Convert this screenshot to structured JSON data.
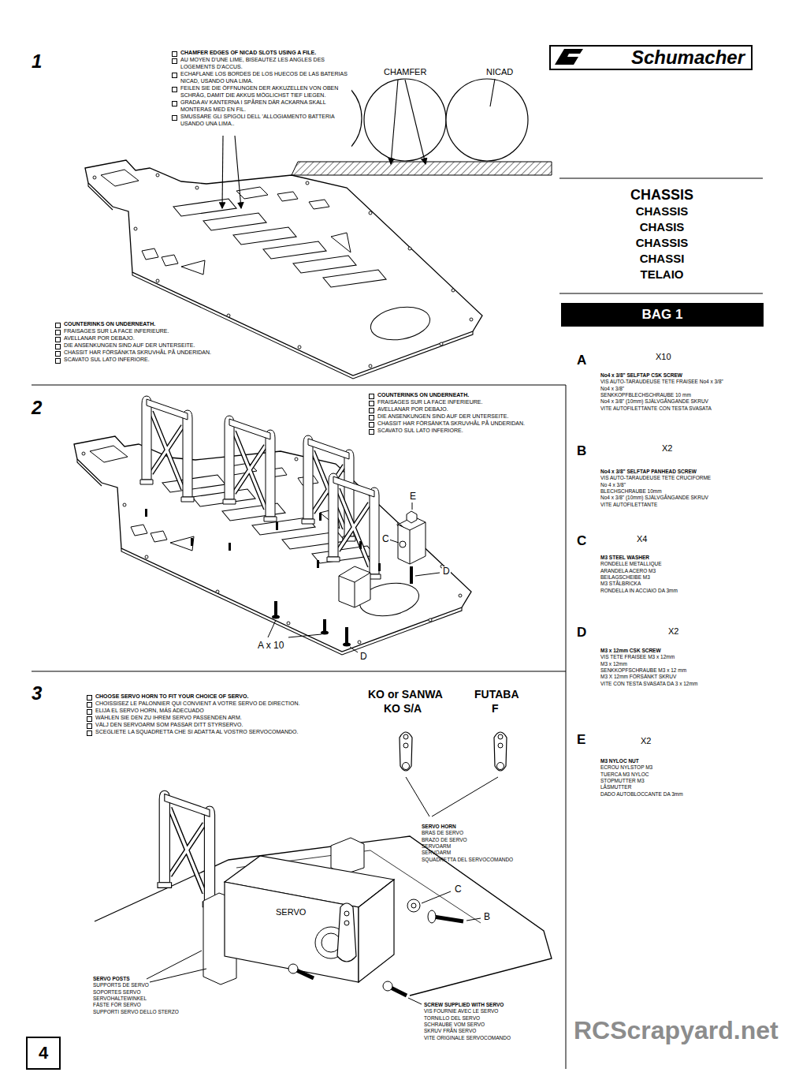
{
  "diagram": {
    "title": "CHASSIS",
    "nodes": [
      {
        "text": [
          "Schumacher"
        ]
      },
      {
        "text": [
          "BAG 1"
        ]
      },
      {
        "text": [
          "4"
        ]
      }
    ],
    "labels": [
      "1",
      "CHAMFER EDGES OF NICAD SLOTS USING A FILE.",
      "AU MOYEN D'UNE LIME, BISEAUTEZ LES ANGLES DES LOGEMENTS D'ACCUS.",
      "ECHAFLANE LOS BORDES DE LOS HUECOS DE LAS BATERIAS NICAD, USANDO UNA LIMA.",
      "FEILEN SIE DIE ÖFFNUNGEN DER AKKUZELLEN VON OBEN SCHRÄG, DAMIT DIE AKKUS MÖGLICHST TIEF LIEGEN.",
      "GRADA AV KANTERNA I SPÅREN DÄR ACKARNA SKALL MONTERAS MED EN FIL.",
      "SMUSSARE GLI SPIGOLI DELL 'ALLOGIAMENTO BATTERIA USANDO UNA LIMA..",
      "CHAMFER",
      "NICAD",
      "COUNTERINKS ON UNDERNEATH.",
      "FRAISAGES SUR LA FACE INFERIEURE.",
      "AVELLANAR POR DEBAJO.",
      "DIE ANSENKUNGEN SIND AUF DER UNTERSEITE.",
      "CHASSIT HAR FÖRSÄNKTA SKRUVHÅL PÅ UNDERIDAN.",
      "SCAVATO SUL LATO INFERIORE.",
      "CHASSIS",
      "CHASIS",
      "CHASSIS",
      "CHASSI",
      "TELAIO",
      "A",
      "X10",
      "No4 x 3/8\" SELFTAP CSK SCREW",
      "VIS AUTO-TARAUDEUSE TETE FRAISEE No4 x 3/8\"",
      "No4 x 3/8\"",
      "SENKKOPFBLECHSCHRAUBE 10 mm",
      "No4 x 3/8\" (10mm) SJÄLVGÅNGANDE SKRUV",
      "VITE AUTOFILETTANTE CON TESTA SVASATA",
      "B",
      "X2",
      "No4 x 3/8\" SELFTAP PANHEAD SCREW",
      "VIS AUTO-TARAUDEUSE TETE CRUCIFORME",
      "No 4 x 3/8\"",
      "BLECHSCHRAUBE 10mm",
      "No4 x 3/8\" (10mm) SJÄLVGÅNGANDE SKRUV",
      "VITE AUTOFILETTANTE",
      "C",
      "X4",
      "M3 STEEL WASHER",
      "RONDELLE METALLIQUE",
      "ARANDELA ACERO M3",
      "BEILAGSCHEIBE M3",
      "M3 STÅLBRICKA",
      "RONDELLA IN ACCIAIO DA 3mm",
      "D",
      "X2",
      "M3 x 12mm CSK SCREW",
      "VIS TETE FRAISEE M3 x 12mm",
      "M3 x 12mm",
      "SENKKOPFSCHRAUBE M3 x 12 mm",
      "M3 X 12mm FÖRSÄNKT SKRUV",
      "VITE CON TESTA SVASATA DA 3 x 12mm",
      "E",
      "X2",
      "M3 NYLOC NUT",
      "ECROU NYLSTOP M3",
      "TUERCA M3 NYLOC",
      "STOPMUTTER M3",
      "LÅSMUTTER",
      "DADO AUTOBLOCCANTE DA 3mm",
      "2",
      "COUNTERINKS ON UNDERNEATH.",
      "FRAISAGES SUR LA FACE INFERIEURE.",
      "AVELLANAR POR DEBAJO.",
      "DIE ANSENKUNGEN SIND AUF DER UNTERSEITE.",
      "CHASSIT HAR FÖRSÄNKTA SKRUVHÅL PÅ UNDERIDAN.",
      "SCAVATO SUL LATO INFERIORE.",
      "E",
      "C",
      "D",
      "A x 10",
      "D",
      "3",
      "CHOOSE SERVO HORN TO FIT YOUR CHOICE OF SERVO.",
      "CHOISSISEZ LE PALONNIER QUI CONVIENT A VOTRE SERVO DE DIRECTION.",
      "ELIJA EL SERVO HORN, MÁS ADECUADO",
      "WÄHLEN SIE DEN ZU IHREM SERVO PASSENDEN ARM.",
      "VÄLJ DEN SERVOARM SOM PASSAR DITT STYRSERVO.",
      "SCEGLIETE LA SQUADRETTA CHE SI ADATTA AL VOSTRO SERVOCOMANDO.",
      "KO or SANWA",
      "KO S/A",
      "FUTABA",
      "F",
      "SERVO HORN",
      "BRAS DE SERVO",
      "BRAZO DE SERVO",
      "SERVOARM",
      "SERVOARM",
      "SQUADRETTA DEL SERVOCOMANDO",
      "SERVO",
      "C",
      "B",
      "SERVO POSTS",
      "SUPPORTS DE SERVO",
      "SOPORTES SERVO",
      "SERVOHALTEWINKEL",
      "FÄSTE FÖR SERVO",
      "SUPPORTI SERVO DELLO STERZO",
      "SCREW SUPPLIED WITH SERVO",
      "VIS FOURNIE AVEC LE SERVO",
      "TORNILLO DEL SERVO",
      "SCHRAUBE VOM SERVO",
      "SKRUV FRÅN SERVO",
      "VITE ORIGINALE SERVOCOMANDO",
      "RCScrapyard.net"
    ]
  }
}
